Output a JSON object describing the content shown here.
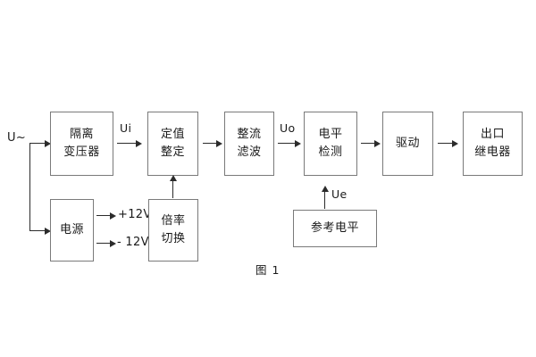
{
  "figure": {
    "caption": "图 1",
    "input_label": "U~",
    "blocks": [
      {
        "id": "isolation-transformer",
        "lines": [
          "隔离",
          "变压器"
        ]
      },
      {
        "id": "setting-value",
        "lines": [
          "定值",
          "整定"
        ]
      },
      {
        "id": "rectify-filter",
        "lines": [
          "整流",
          "滤波"
        ]
      },
      {
        "id": "level-detect",
        "lines": [
          "电平",
          "检测"
        ]
      },
      {
        "id": "driver",
        "lines": [
          "驱动"
        ]
      },
      {
        "id": "output-relay",
        "lines": [
          "出口",
          "继电器"
        ]
      },
      {
        "id": "power-supply",
        "lines": [
          "电源"
        ]
      },
      {
        "id": "multiplier-switch",
        "lines": [
          "倍率",
          "切换"
        ]
      },
      {
        "id": "reference-level",
        "lines": [
          "参考电平"
        ]
      }
    ],
    "signals": [
      {
        "id": "ui",
        "text": "Ui"
      },
      {
        "id": "uo",
        "text": "Uo"
      },
      {
        "id": "ue",
        "text": "Ue"
      }
    ],
    "rails": [
      {
        "id": "rail-pos",
        "text": "+12V"
      },
      {
        "id": "rail-neg",
        "text": "- 12V"
      }
    ],
    "colors": {
      "box_border": "#7a7a7a",
      "wire": "#2b2b2b",
      "text": "#1a1a1a",
      "background": "#ffffff"
    }
  }
}
